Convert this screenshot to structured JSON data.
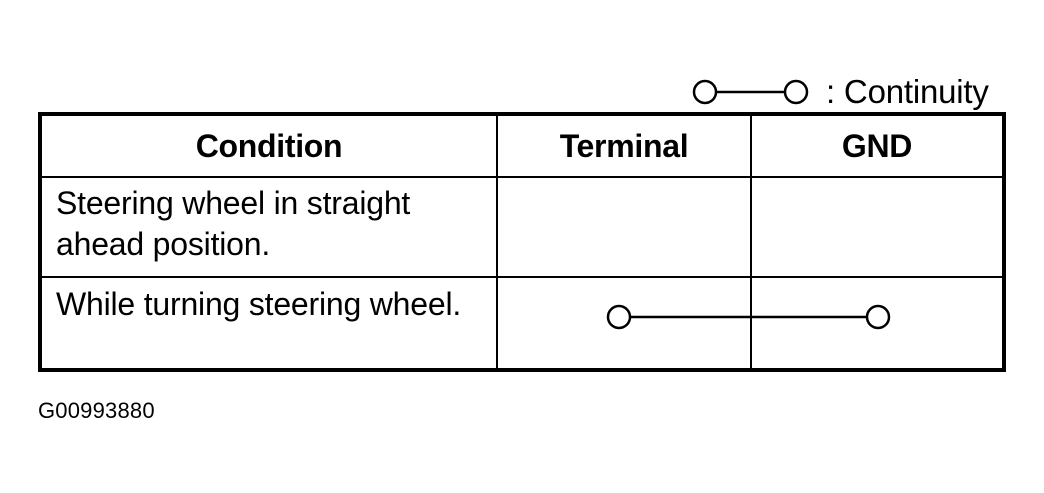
{
  "legend": {
    "label": ": Continuity",
    "symbol_icon": "continuity-link-icon"
  },
  "table": {
    "headers": {
      "condition": "Condition",
      "terminal": "Terminal",
      "gnd": "GND"
    },
    "rows": [
      {
        "condition": "Steering wheel in straight ahead position.",
        "continuity": false
      },
      {
        "condition": "While turning steering wheel.",
        "continuity": true
      }
    ]
  },
  "figure_id": "G00993880"
}
